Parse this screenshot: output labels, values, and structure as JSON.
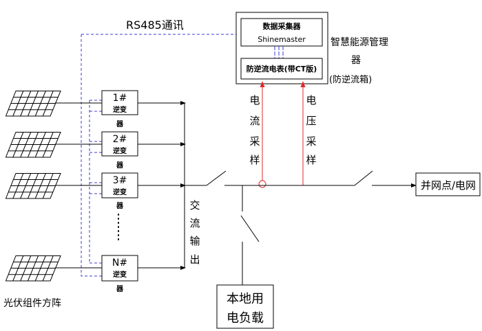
{
  "rs485_label": "RS485通讯",
  "manager": {
    "collector_title": "数据采集器",
    "collector_model": "Shinemaster",
    "meter_label": "防逆流电表(带CT版)",
    "name_lines": [
      "智慧能源管理",
      "器",
      "(防逆流箱)"
    ]
  },
  "current_sampling": [
    "电",
    "流",
    "采",
    "样"
  ],
  "voltage_sampling": [
    "电",
    "压",
    "采",
    "样"
  ],
  "inverters": [
    {
      "number": "1#",
      "name_line1": "逆变",
      "name_line2": "器"
    },
    {
      "number": "2#",
      "name_line1": "逆变",
      "name_line2": "器"
    },
    {
      "number": "3#",
      "name_line1": "逆变",
      "name_line2": "器"
    },
    {
      "number": "N#",
      "name_line1": "逆变",
      "name_line2": "器"
    }
  ],
  "ac_output": [
    "交",
    "流",
    "输",
    "出"
  ],
  "load": {
    "line1": "本地用",
    "line2": "电负载"
  },
  "grid": "并网点/电网",
  "pv_array_label": "光伏组件方阵",
  "colors": {
    "rs485_bus": "#3b3bd6",
    "sampling": "#e02828",
    "wiring": "#000000"
  }
}
